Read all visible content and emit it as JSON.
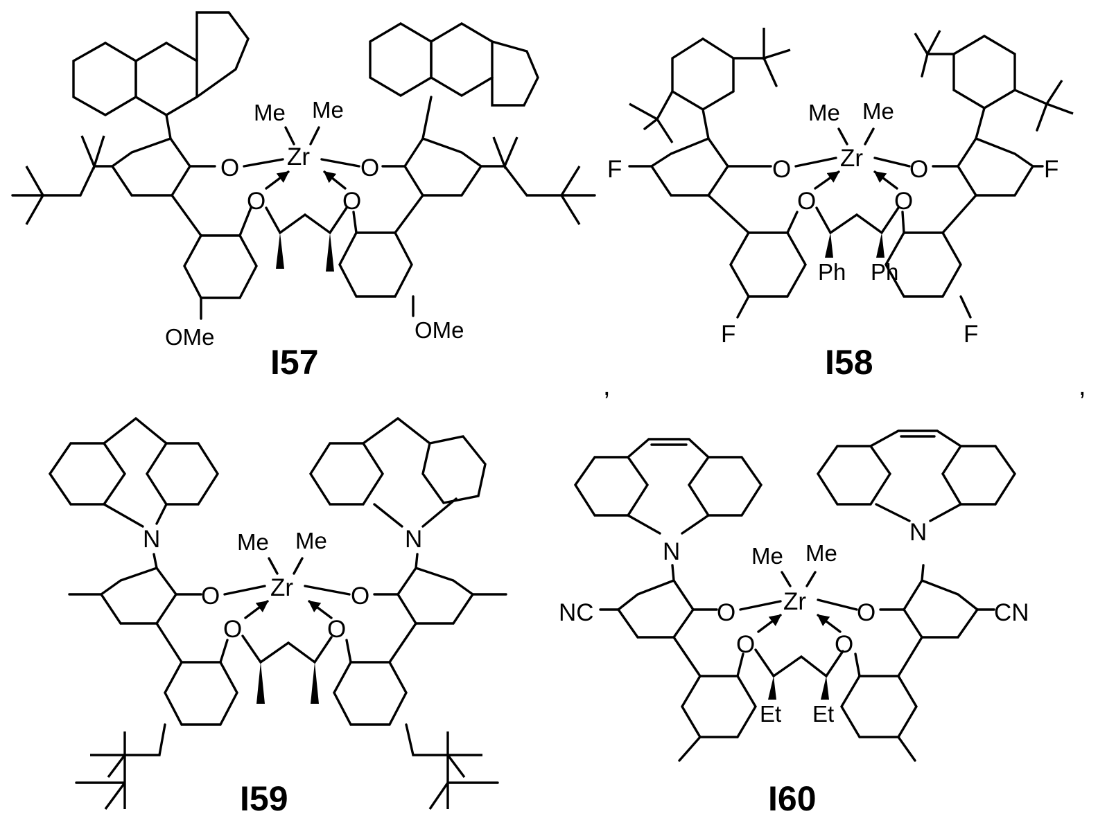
{
  "compounds": [
    {
      "id": "I57",
      "label": "I57",
      "metal": "Zr",
      "ligands": [
        "Me",
        "Me"
      ],
      "substituent_left": "OMe",
      "substituent_right": "OMe",
      "linker_groups": []
    },
    {
      "id": "I58",
      "label": "I58",
      "metal": "Zr",
      "ligands": [
        "Me",
        "Me"
      ],
      "halogens": [
        "F",
        "F",
        "F",
        "F"
      ],
      "linker_groups": [
        "Ph",
        "Ph"
      ]
    },
    {
      "id": "I59",
      "label": "I59",
      "metal": "Zr",
      "ligands": [
        "Me",
        "Me"
      ],
      "amine": [
        "N",
        "N"
      ],
      "linker_groups": []
    },
    {
      "id": "I60",
      "label": "I60",
      "metal": "Zr",
      "ligands": [
        "Me",
        "Me"
      ],
      "amine": [
        "N",
        "N"
      ],
      "nitriles": [
        "NC",
        "CN"
      ],
      "linker_groups": [
        "Et",
        "Et"
      ]
    }
  ],
  "separators": [
    ",",
    ","
  ],
  "colors": {
    "ink": "#000000",
    "background": "#ffffff"
  }
}
